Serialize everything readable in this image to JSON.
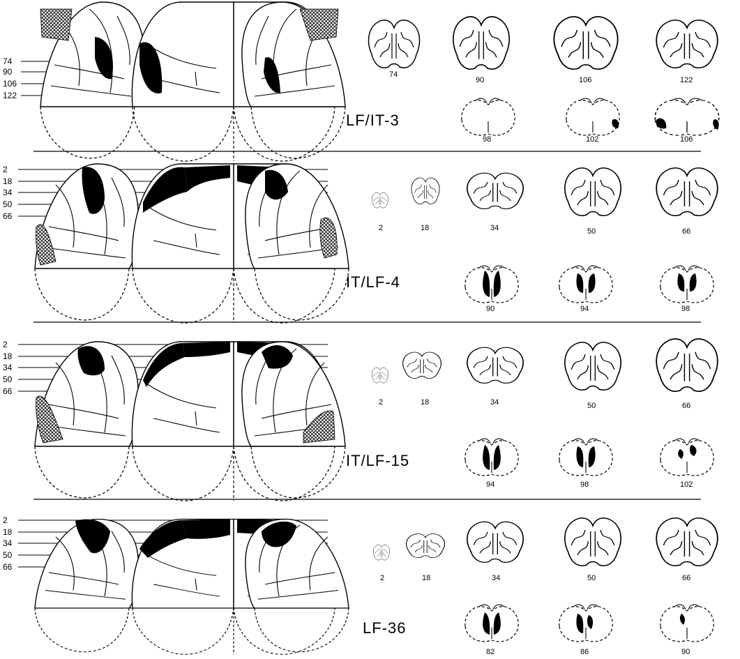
{
  "panels": [
    {
      "case_label": "LF/IT-3",
      "levels": [
        "74",
        "90",
        "106",
        "122"
      ],
      "upper_sections": [
        "74",
        "90",
        "106",
        "122"
      ],
      "lower_sections": [
        "98",
        "102",
        "106"
      ]
    },
    {
      "case_label": "IT/LF-4",
      "levels": [
        "2",
        "18",
        "34",
        "50",
        "66"
      ],
      "upper_sections": [
        "2",
        "18",
        "34",
        "50",
        "66"
      ],
      "lower_sections": [
        "90",
        "94",
        "98"
      ]
    },
    {
      "case_label": "IT/LF-15",
      "levels": [
        "2",
        "18",
        "34",
        "50",
        "66"
      ],
      "upper_sections": [
        "2",
        "18",
        "34",
        "50",
        "66"
      ],
      "lower_sections": [
        "94",
        "98",
        "102"
      ]
    },
    {
      "case_label": "LF-36",
      "levels": [
        "2",
        "18",
        "34",
        "50",
        "66"
      ],
      "upper_sections": [
        "2",
        "18",
        "34",
        "50",
        "66"
      ],
      "lower_sections": [
        "82",
        "86",
        "90"
      ]
    }
  ]
}
